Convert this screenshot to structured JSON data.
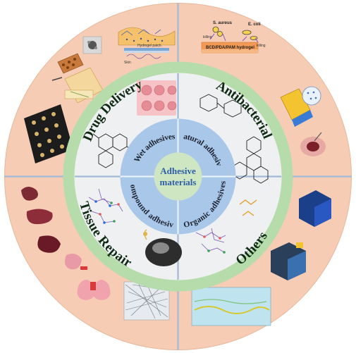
{
  "center": {
    "line1": "Adhesive",
    "line2": "materials"
  },
  "inner_ring": {
    "top_left": "Wet adhesives",
    "top_right": "Natural adhesives",
    "bottom_left": "Compound adhesives",
    "bottom_right": "Organic adhesives"
  },
  "outer_ring": {
    "top_left": "Drug Delivery",
    "top_right": "Antibacterial",
    "bottom_left": "Tissue Repair",
    "bottom_right": "Others"
  },
  "callouts": {
    "s_aureus": "S. aureus",
    "e_coli": "E. coli",
    "killing": "killing",
    "hydrogel": "BCD/PDA/PAM hydrogel",
    "hydrogel_patch": "Hydrogel patch",
    "skin": "Skin"
  },
  "colors": {
    "outer_ring": "#f6cdb4",
    "green_ring": "#b7dcac",
    "inner_disc": "#eff0f2",
    "blue_ring": "#a9c7e8",
    "core": "#cfe6c3",
    "divider": "#9fb9d6"
  }
}
